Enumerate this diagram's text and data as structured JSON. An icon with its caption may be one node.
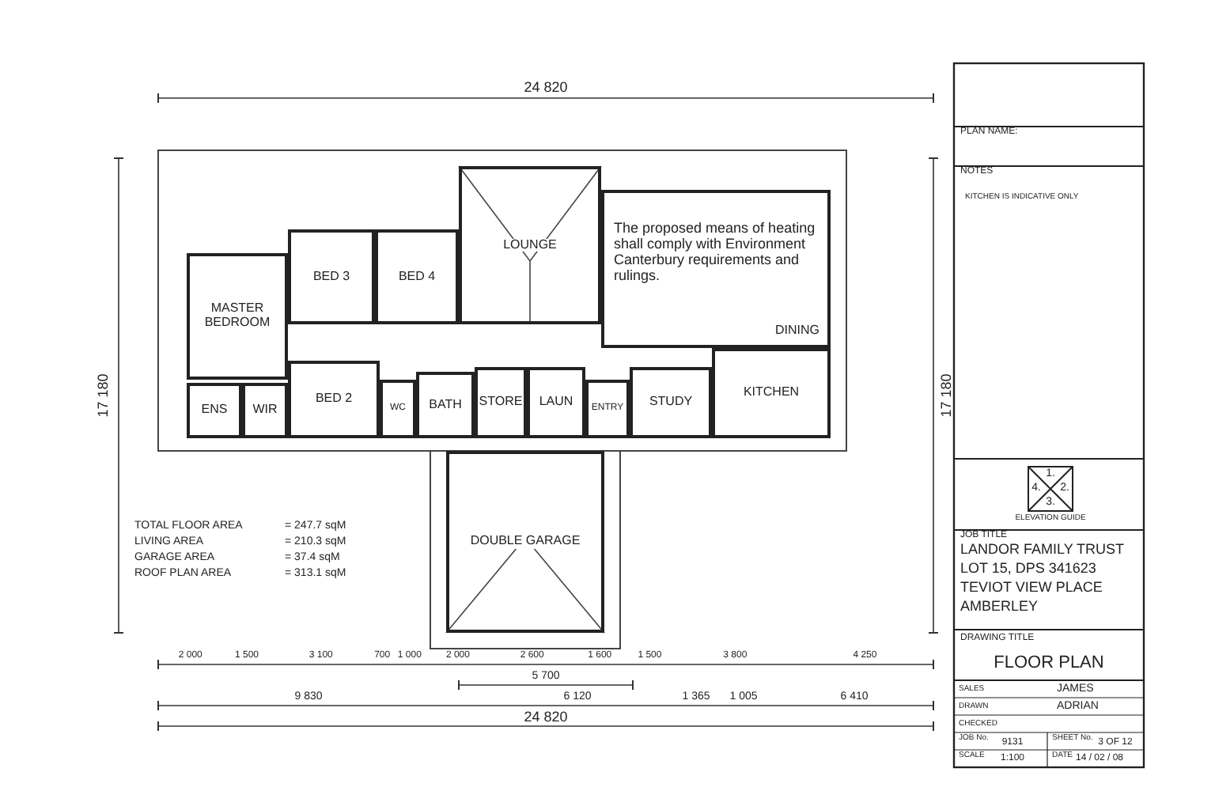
{
  "diagram": {
    "nodes": [
      {
        "text": [
          "LOUNGE"
        ]
      },
      {
        "text": [
          "BED 3"
        ]
      },
      {
        "text": [
          "BED 4"
        ]
      },
      {
        "text": [
          "MASTER BEDROOM"
        ]
      },
      {
        "text": [
          "DINING"
        ]
      },
      {
        "text": [
          "ENS"
        ]
      },
      {
        "text": [
          "WIR"
        ]
      },
      {
        "text": [
          "BED 2"
        ]
      },
      {
        "text": [
          "WC"
        ]
      },
      {
        "text": [
          "BATH"
        ]
      },
      {
        "text": [
          "STORE"
        ]
      },
      {
        "text": [
          "LAUN"
        ]
      },
      {
        "text": [
          "ENTRY"
        ]
      },
      {
        "text": [
          "STUDY"
        ]
      },
      {
        "text": [
          "KITCHEN"
        ]
      },
      {
        "text": [
          "DOUBLE GARAGE"
        ]
      }
    ],
    "edges": [],
    "labels": [
      "24 820",
      "17 180",
      "17 180",
      "TOTAL FLOOR AREA",
      "= 247.7 sqM",
      "LIVING AREA",
      "= 210.3 sqM",
      "GARAGE AREA",
      "= 37.4 sqM",
      "ROOF PLAN AREA",
      "= 313.1 sqM",
      "2 000",
      "1 500",
      "3 100",
      "700",
      "1 000",
      "2 000",
      "2 600",
      "1 600",
      "1 500",
      "3 800",
      "4 250",
      "5 700",
      "9 830",
      "6 120",
      "1 365",
      "1 005",
      "6 410",
      "24 820",
      "The proposed means of heating shall comply with Environment Canterbury requirements and rulings.",
      "PLAN NAME:",
      "NOTES",
      "KITCHEN IS INDICATIVE ONLY",
      "ELEVATION GUIDE",
      "1.",
      "2.",
      "3.",
      "4.",
      "JOB TITLE",
      "LANDOR FAMILY TRUST",
      "LOT 15, DPS 341623",
      "TEVIOT VIEW PLACE",
      "AMBERLEY",
      "DRAWING TITLE",
      "FLOOR PLAN",
      "SALES",
      "JAMES",
      "DRAWN",
      "ADRIAN",
      "CHECKED",
      "JOB No.",
      "9131",
      "SHEET No.",
      "3 OF 12",
      "SCALE",
      "1:100",
      "DATE",
      "14 / 02 / 08"
    ]
  }
}
